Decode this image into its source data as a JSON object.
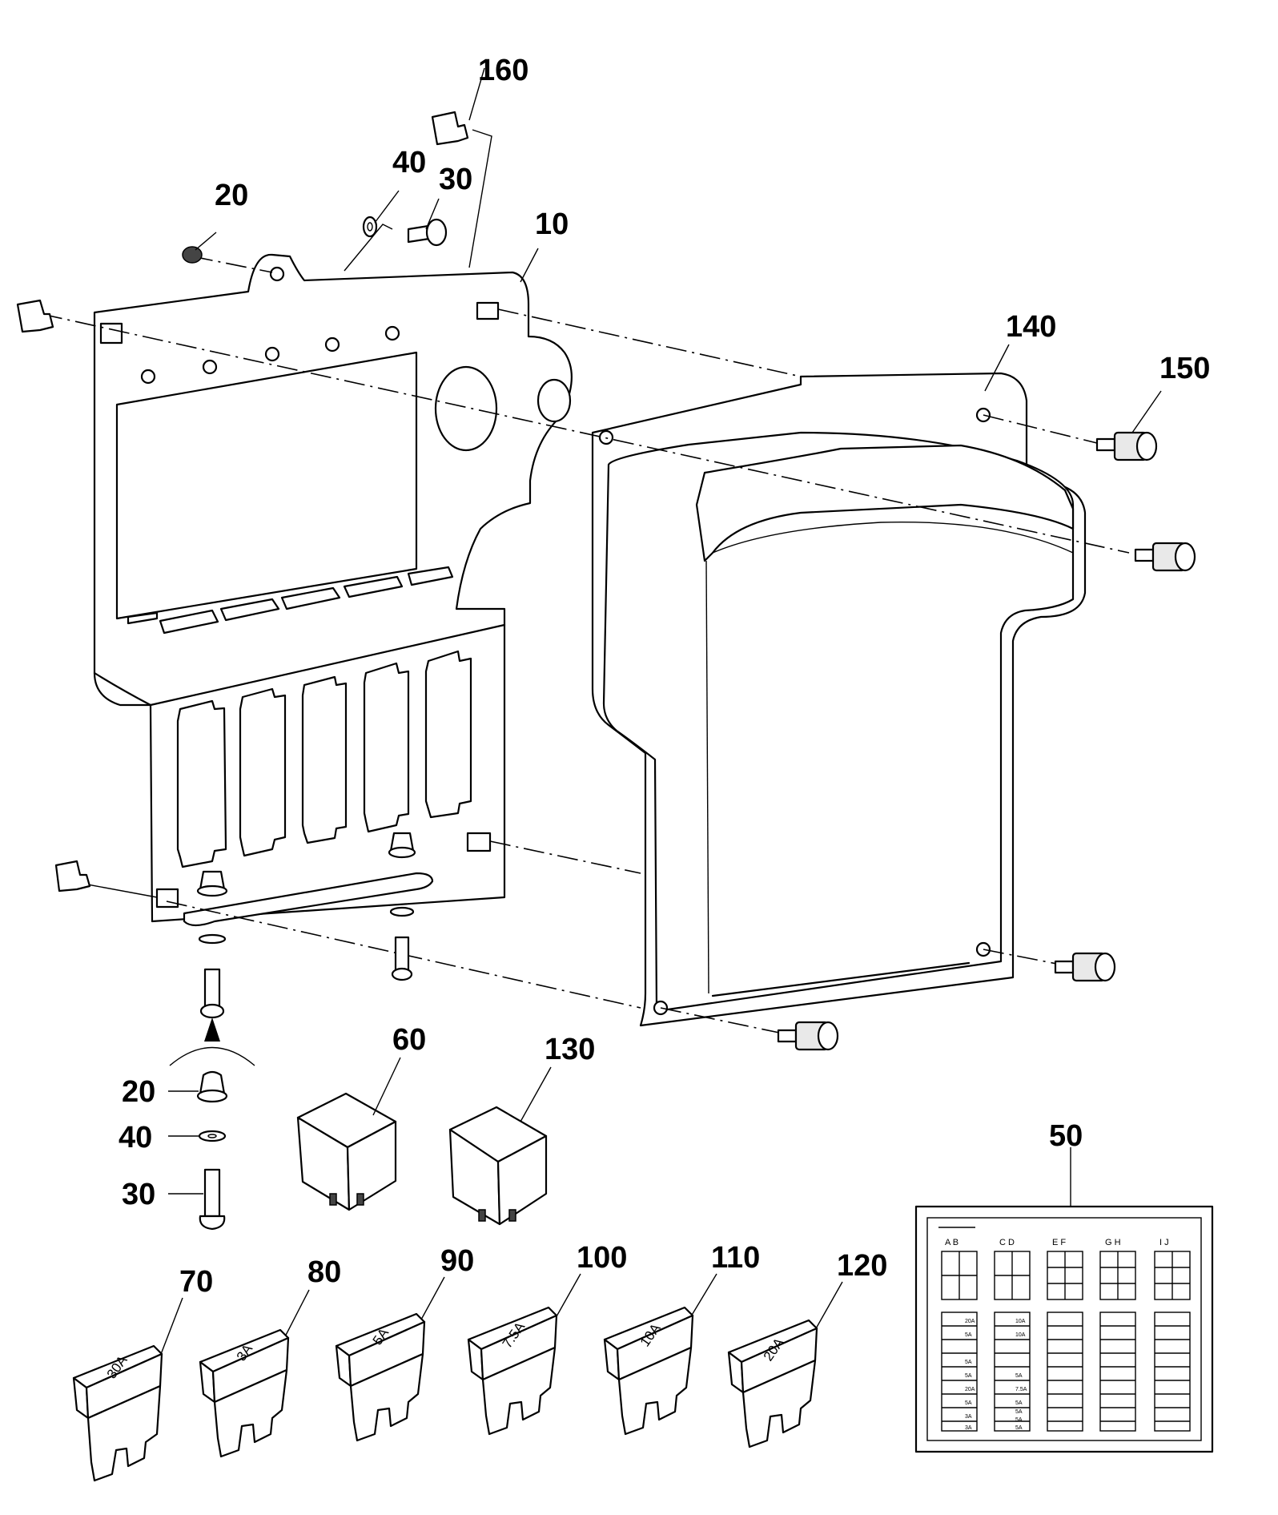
{
  "callouts": {
    "c160": "160",
    "c40_top": "40",
    "c30_top": "30",
    "c20_top": "20",
    "c10": "10",
    "c140": "140",
    "c150": "150",
    "c60": "60",
    "c130": "130",
    "c20_bottom": "20",
    "c40_bottom": "40",
    "c30_bottom": "30",
    "c50": "50",
    "c70": "70",
    "c80": "80",
    "c90": "90",
    "c100": "100",
    "c110": "110",
    "c120": "120"
  },
  "fuses": {
    "f70": "30A",
    "f80": "3A",
    "f90": "5A",
    "f100": "7.5A",
    "f110": "10A",
    "f120": "20A"
  },
  "label": {
    "columns": [
      "A  B",
      "C  D",
      "E  F",
      "G  H",
      "I  J"
    ],
    "left_ratings": [
      "20A",
      "5A",
      "5A",
      "5A",
      "20A",
      "5A",
      "3A",
      "3A"
    ],
    "right_ratings": [
      "10A",
      "10A",
      "5A",
      "7.5A",
      "5A",
      "5A",
      "5A",
      "5A"
    ]
  }
}
